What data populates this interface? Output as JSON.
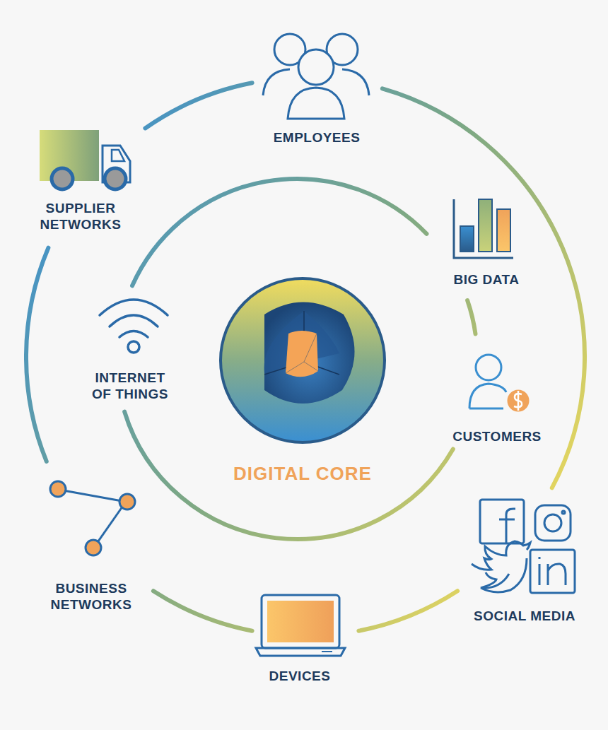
{
  "diagram": {
    "nodes": [
      {
        "text": [
          "DIGITAL CORE"
        ]
      }
    ],
    "labels": [
      "EMPLOYEES",
      "SUPPLIER NETWORKS",
      "BIG DATA",
      "INTERNET OF THINGS",
      "CUSTOMERS",
      "BUSINESS NETWORKS",
      "SOCIAL MEDIA",
      "DEVICES"
    ]
  }
}
